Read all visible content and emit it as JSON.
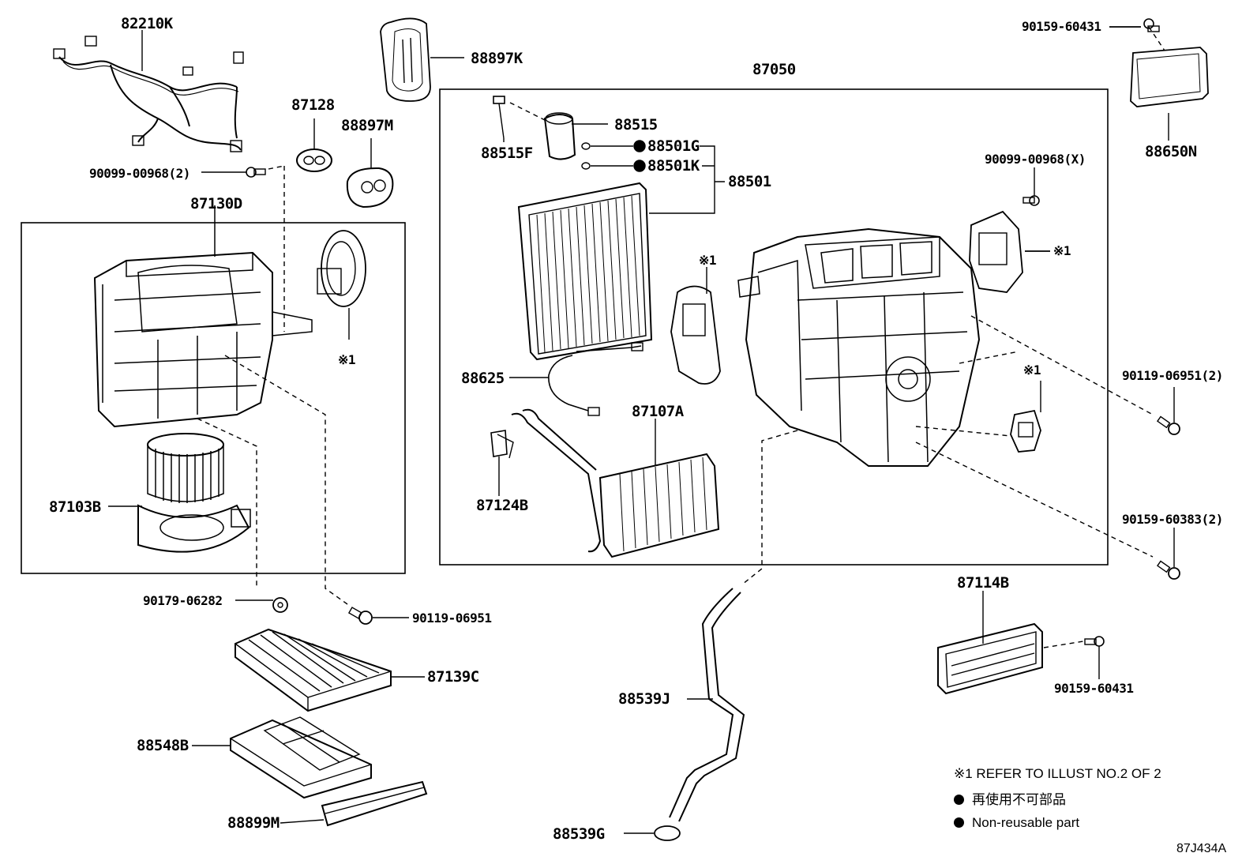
{
  "labels": {
    "p82210K": "82210K",
    "p88897K": "88897K",
    "p90159_60431_top": "90159-60431",
    "p88650N": "88650N",
    "p87128": "87128",
    "p88897M": "88897M",
    "p90099_00968_2": "90099-00968(2)",
    "p87130D": "87130D",
    "p87050": "87050",
    "p88515": "88515",
    "p88515F": "88515F",
    "p88501G": "88501G",
    "p88501K": "88501K",
    "p88501": "88501",
    "p90099_00968_X": "90099-00968(X)",
    "ref1_a": "※1",
    "ref1_b": "※1",
    "ref1_c": "※1",
    "ref1_d": "※1",
    "p88625": "88625",
    "p87107A": "87107A",
    "p87124B": "87124B",
    "p87103B": "87103B",
    "p90119_06951_2": "90119-06951(2)",
    "p90159_60383_2": "90159-60383(2)",
    "p90179_06282": "90179-06282",
    "p90119_06951": "90119-06951",
    "p87139C": "87139C",
    "p87114B": "87114B",
    "p90159_60431_bottom": "90159-60431",
    "p88539J": "88539J",
    "p88548B": "88548B",
    "p88899M": "88899M",
    "p88539G": "88539G"
  },
  "legend": {
    "refer_note": "※1 REFER TO ILLUST NO.2 OF 2",
    "non_reusable_jp": "再使用不可部品",
    "non_reusable_en": "Non-reusable part"
  },
  "illustration_code": "87J434A"
}
